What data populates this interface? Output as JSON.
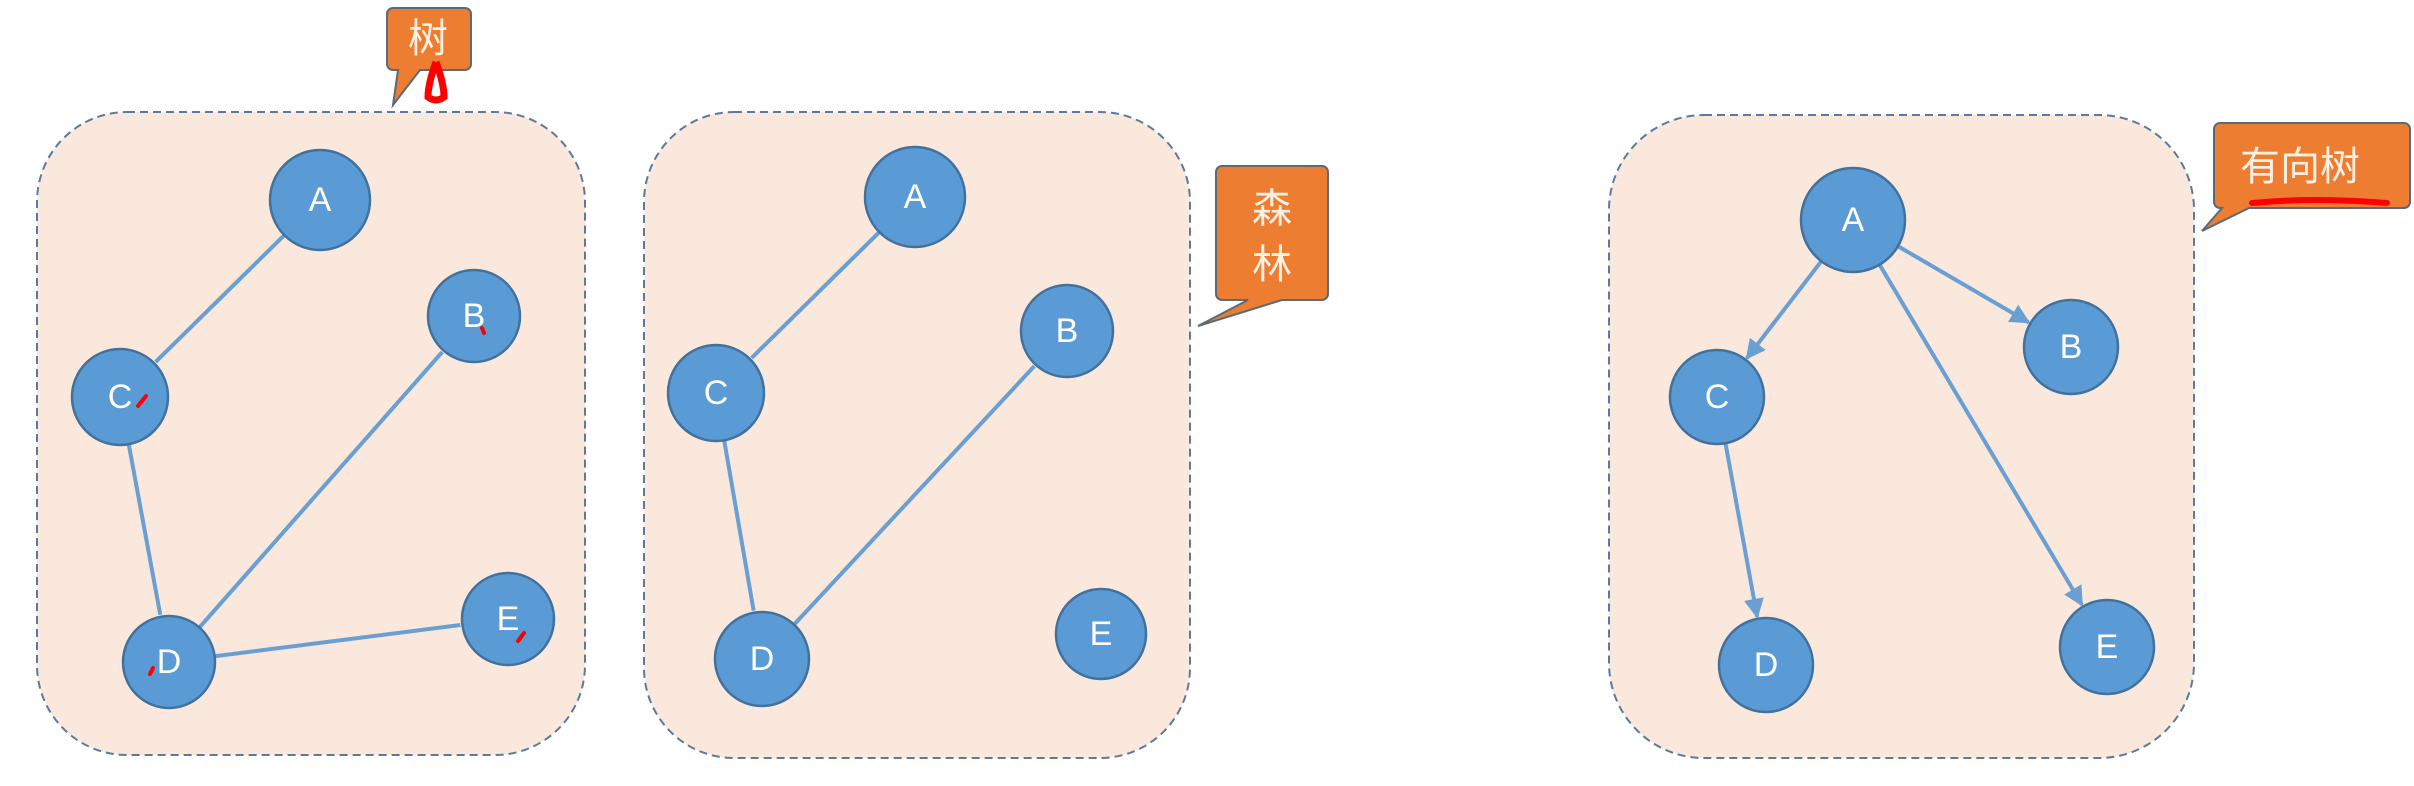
{
  "colors": {
    "panel_fill": "#fbe8dd",
    "panel_border": "#5b7a9c",
    "node_fill": "#5b9bd5",
    "node_stroke": "#41719c",
    "edge": "#6a9fd4",
    "callout_fill": "#ed7d31",
    "callout_stroke": "#5a6a7a",
    "annotation": "#ff0000"
  },
  "callouts": {
    "tree": "树",
    "forest_line1": "森",
    "forest_line2": "林",
    "directed_tree": "有向树"
  },
  "graphs": [
    {
      "name": "tree",
      "directed": false,
      "nodes": [
        "A",
        "B",
        "C",
        "D",
        "E"
      ],
      "edges": [
        [
          "A",
          "C"
        ],
        [
          "C",
          "D"
        ],
        [
          "D",
          "B"
        ],
        [
          "D",
          "E"
        ]
      ]
    },
    {
      "name": "forest",
      "directed": false,
      "nodes": [
        "A",
        "B",
        "C",
        "D",
        "E"
      ],
      "edges": [
        [
          "A",
          "C"
        ],
        [
          "C",
          "D"
        ],
        [
          "D",
          "B"
        ]
      ]
    },
    {
      "name": "directed-tree",
      "directed": true,
      "nodes": [
        "A",
        "B",
        "C",
        "D",
        "E"
      ],
      "edges": [
        [
          "A",
          "C"
        ],
        [
          "A",
          "B"
        ],
        [
          "A",
          "E"
        ],
        [
          "C",
          "D"
        ]
      ]
    }
  ]
}
